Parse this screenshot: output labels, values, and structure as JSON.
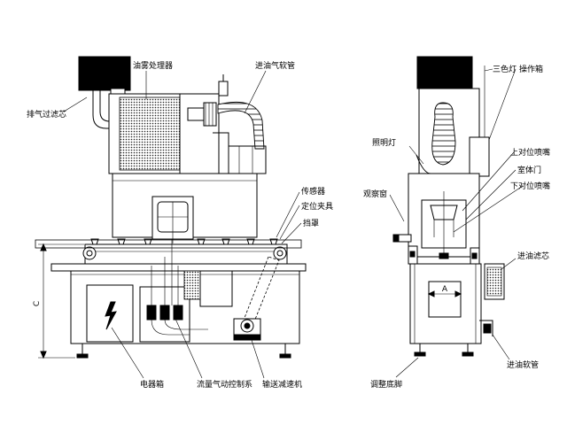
{
  "labels": {
    "oil_mist_processor": "油雾处理器",
    "exhaust_filter_core": "排气过滤芯",
    "intake_hose": "进油气软管",
    "sensor": "传感器",
    "positioning_fixture": "定位夹具",
    "baffle": "挡罩",
    "electrical_box": "电器箱",
    "pneumatic_control": "流量气动控制系",
    "conveyor_motor": "输送减速机",
    "three_color_light": "三色灯",
    "operation_box": "操作箱",
    "lighting_lamp": "照明灯",
    "upper_nozzle": "上对位喷嘴",
    "chamber_door": "室体门",
    "lower_nozzle": "下对位喷嘴",
    "observation_window": "观察窗",
    "oil_filter_core": "进油滤芯",
    "adjustable_foot": "调整底脚",
    "oil_inlet_hose": "进油软管",
    "dim_c": "C",
    "dim_a": "A"
  },
  "icons": {
    "electric_hazard": "lightning-bolt-icon"
  }
}
